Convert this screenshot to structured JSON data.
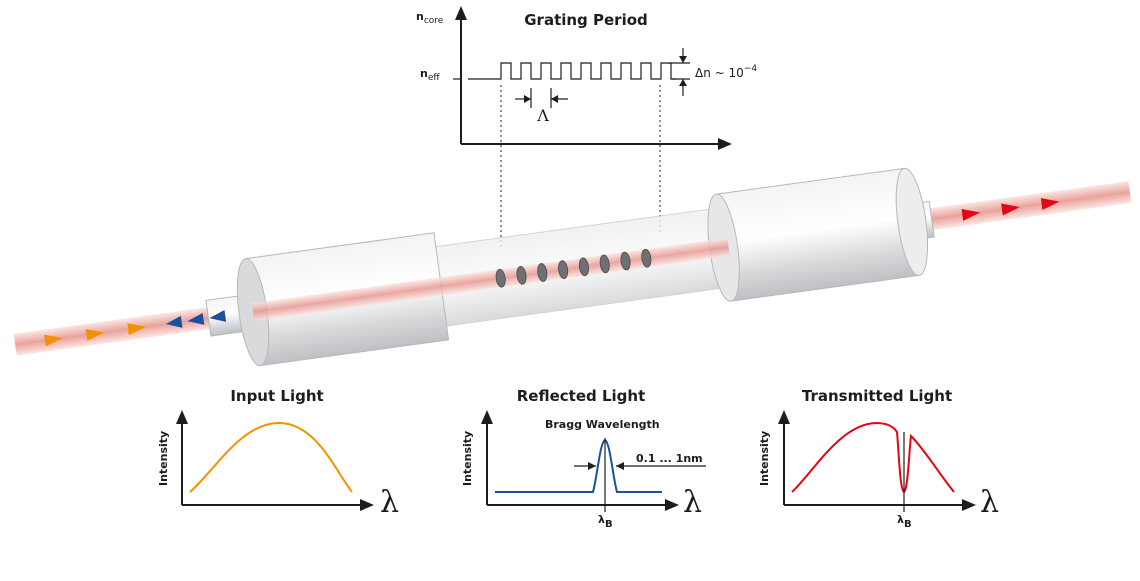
{
  "grating": {
    "title": "Grating Period",
    "n_core": "n",
    "n_core_sub": "core",
    "n_eff": "n",
    "n_eff_sub": "eff",
    "period_symbol": "Λ",
    "delta_n": "Δn ~ 10",
    "delta_n_exp": "−4"
  },
  "panels": {
    "input": {
      "title": "Input Light",
      "ylabel": "Intensity",
      "xlabel": "λ"
    },
    "reflected": {
      "title": "Reflected Light",
      "ylabel": "Intensity",
      "xlabel": "λ",
      "peak_label": "Bragg Wavelength",
      "bandwidth_label": "0.1 ... 1nm",
      "tick": "λ",
      "tick_sub": "B"
    },
    "transmitted": {
      "title": "Transmitted Light",
      "ylabel": "Intensity",
      "xlabel": "λ",
      "tick": "λ",
      "tick_sub": "B"
    }
  },
  "colors": {
    "input": "#f39200",
    "reflected": "#1d4f9e",
    "transmitted": "#e30613",
    "fiber_glow": "#e8a29a",
    "cladding": "#dadbdd"
  }
}
